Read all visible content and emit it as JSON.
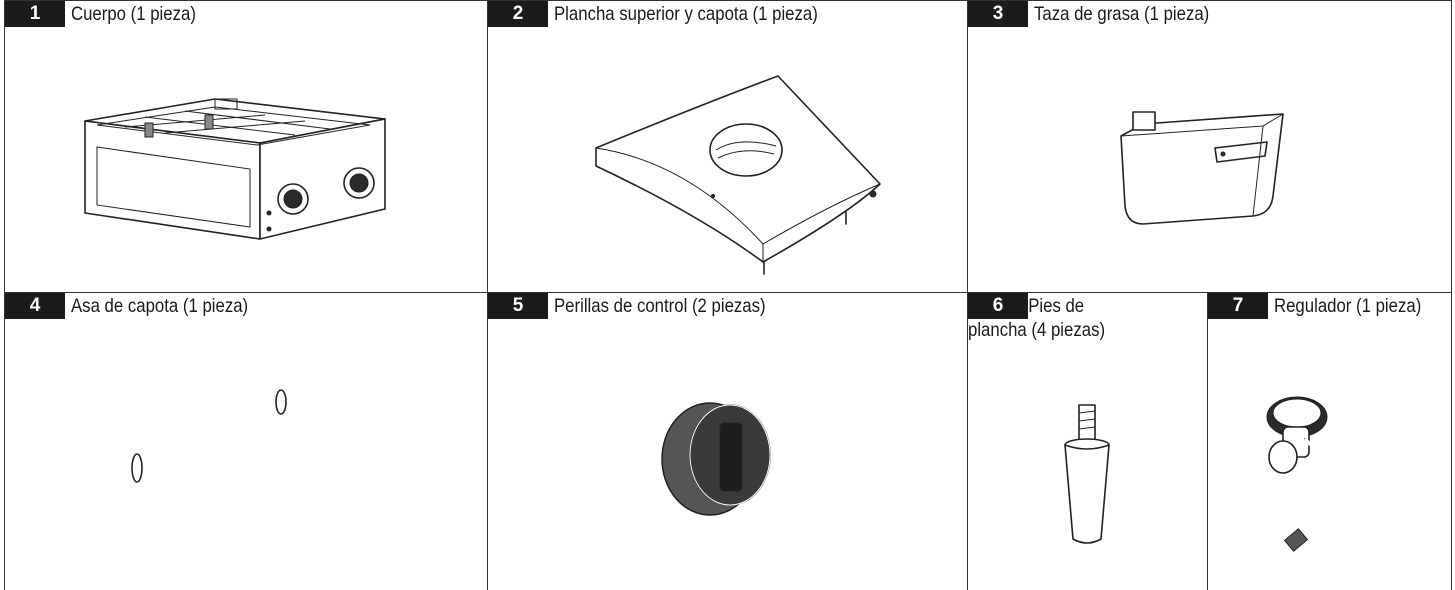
{
  "parts": [
    {
      "number": "1",
      "label": "Cuerpo (1 pieza)",
      "icon": "griddle-body-illustration"
    },
    {
      "number": "2",
      "label": "Plancha superior y capota (1 pieza)",
      "icon": "griddle-top-hood-illustration"
    },
    {
      "number": "3",
      "label": "Taza de grasa (1 pieza)",
      "icon": "grease-cup-illustration"
    },
    {
      "number": "4",
      "label": "Asa de capota (1 pieza)",
      "icon": "hood-handle-illustration"
    },
    {
      "number": "5",
      "label": "Perillas de control (2 piezas)",
      "icon": "control-knob-illustration"
    },
    {
      "number": "6",
      "label": "Pies de plancha (4 piezas)",
      "icon": "griddle-foot-illustration"
    },
    {
      "number": "7",
      "label": "Regulador (1 pieza)",
      "icon": "regulator-illustration"
    }
  ],
  "colors": {
    "badge_bg": "#1b1b1b",
    "badge_text": "#ffffff",
    "border": "#333333"
  }
}
